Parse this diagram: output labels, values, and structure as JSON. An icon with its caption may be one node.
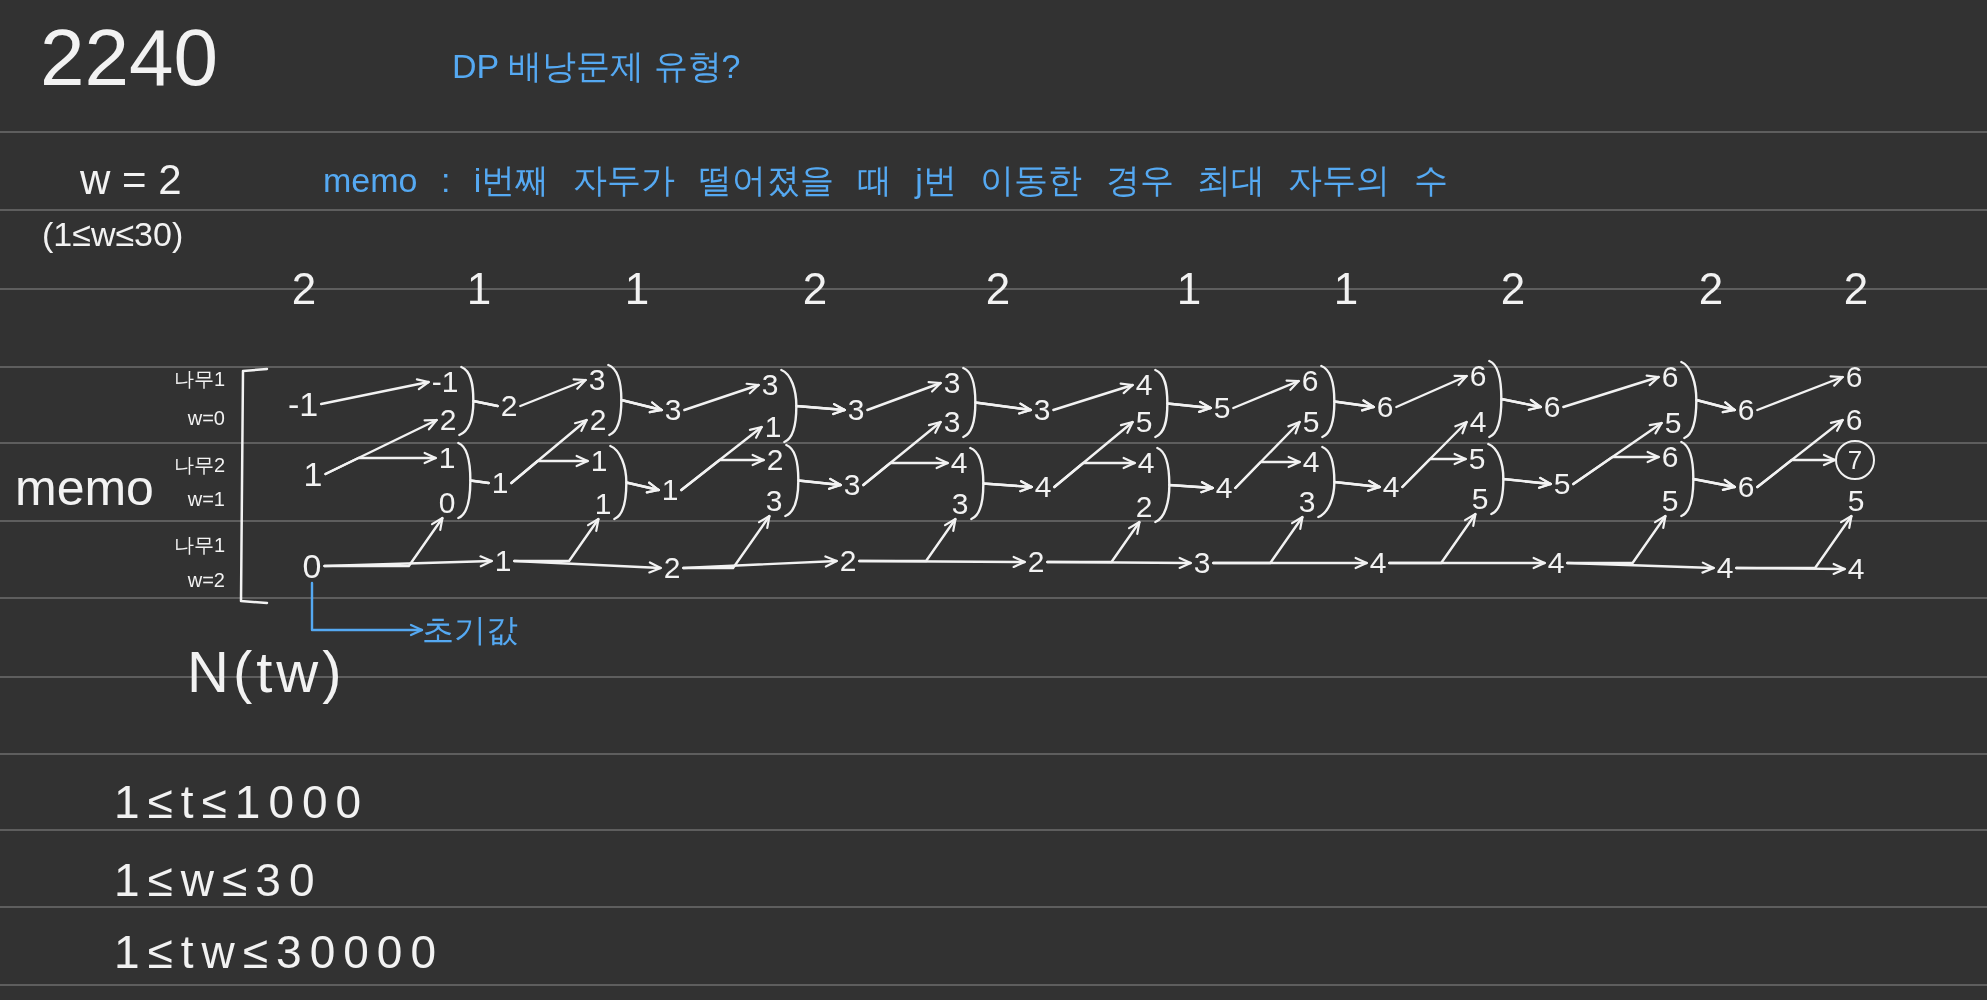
{
  "diagram": {
    "title": "2240",
    "nodes": [
      {
        "text": [
          "-1"
        ]
      },
      {
        "text": [
          "1"
        ]
      },
      {
        "text": [
          "0"
        ]
      },
      {
        "text": [
          "-1"
        ]
      },
      {
        "text": [
          "2"
        ]
      },
      {
        "text": [
          "2"
        ]
      },
      {
        "text": [
          "1"
        ]
      },
      {
        "text": [
          "0"
        ]
      },
      {
        "text": [
          "1"
        ]
      },
      {
        "text": [
          "1"
        ]
      },
      {
        "text": [
          "3"
        ]
      },
      {
        "text": [
          "2"
        ]
      },
      {
        "text": [
          "3"
        ]
      },
      {
        "text": [
          "1"
        ]
      },
      {
        "text": [
          "1"
        ]
      },
      {
        "text": [
          "1"
        ]
      },
      {
        "text": [
          "2"
        ]
      },
      {
        "text": [
          "3"
        ]
      },
      {
        "text": [
          "1"
        ]
      },
      {
        "text": [
          "3"
        ]
      },
      {
        "text": [
          "2"
        ]
      },
      {
        "text": [
          "3"
        ]
      },
      {
        "text": [
          "3"
        ]
      },
      {
        "text": [
          "2"
        ]
      },
      {
        "text": [
          "3"
        ]
      },
      {
        "text": [
          "3"
        ]
      },
      {
        "text": [
          "3"
        ]
      },
      {
        "text": [
          "4"
        ]
      },
      {
        "text": [
          "3"
        ]
      },
      {
        "text": [
          "4"
        ]
      },
      {
        "text": [
          "2"
        ]
      },
      {
        "text": [
          "4"
        ]
      },
      {
        "text": [
          "5"
        ]
      },
      {
        "text": [
          "5"
        ]
      },
      {
        "text": [
          "4"
        ]
      },
      {
        "text": [
          "2"
        ]
      },
      {
        "text": [
          "4"
        ]
      },
      {
        "text": [
          "3"
        ]
      },
      {
        "text": [
          "6"
        ]
      },
      {
        "text": [
          "5"
        ]
      },
      {
        "text": [
          "6"
        ]
      },
      {
        "text": [
          "4"
        ]
      },
      {
        "text": [
          "3"
        ]
      },
      {
        "text": [
          "4"
        ]
      },
      {
        "text": [
          "4"
        ]
      },
      {
        "text": [
          "6"
        ]
      },
      {
        "text": [
          "4"
        ]
      },
      {
        "text": [
          "6"
        ]
      },
      {
        "text": [
          "5"
        ]
      },
      {
        "text": [
          "5"
        ]
      },
      {
        "text": [
          "5"
        ]
      },
      {
        "text": [
          "4"
        ]
      },
      {
        "text": [
          "6"
        ]
      },
      {
        "text": [
          "5"
        ]
      },
      {
        "text": [
          "6"
        ]
      },
      {
        "text": [
          "6"
        ]
      },
      {
        "text": [
          "5"
        ]
      },
      {
        "text": [
          "6"
        ]
      },
      {
        "text": [
          "4"
        ]
      },
      {
        "text": [
          "6"
        ]
      },
      {
        "text": [
          "6"
        ]
      },
      {
        "text": [
          "7"
        ]
      },
      {
        "text": [
          "5"
        ]
      },
      {
        "text": [
          "4"
        ]
      },
      {
        "text": [
          "초기값"
        ]
      }
    ],
    "edges": [
      {
        "from": 0,
        "to": 3,
        "arrow": "to"
      },
      {
        "from": 1,
        "to": 4,
        "arrow": "to"
      },
      {
        "from": 1,
        "to": 6,
        "arrow": "to"
      },
      {
        "from": 2,
        "to": 7,
        "arrow": "to"
      },
      {
        "from": 2,
        "to": 9,
        "arrow": "to"
      },
      {
        "from": 3,
        "to": 5,
        "arrow": "none"
      },
      {
        "from": 4,
        "to": 5,
        "arrow": "none"
      },
      {
        "from": 6,
        "to": 8,
        "arrow": "none"
      },
      {
        "from": 7,
        "to": 8,
        "arrow": "none"
      },
      {
        "from": 5,
        "to": 10,
        "arrow": "to"
      },
      {
        "from": 8,
        "to": 11,
        "arrow": "to"
      },
      {
        "from": 8,
        "to": 13,
        "arrow": "to"
      },
      {
        "from": 9,
        "to": 14,
        "arrow": "to"
      },
      {
        "from": 9,
        "to": 16,
        "arrow": "to"
      },
      {
        "from": 10,
        "to": 12,
        "arrow": "to"
      },
      {
        "from": 11,
        "to": 12,
        "arrow": "to"
      },
      {
        "from": 13,
        "to": 15,
        "arrow": "to"
      },
      {
        "from": 14,
        "to": 15,
        "arrow": "to"
      },
      {
        "from": 12,
        "to": 17,
        "arrow": "to"
      },
      {
        "from": 15,
        "to": 18,
        "arrow": "to"
      },
      {
        "from": 15,
        "to": 20,
        "arrow": "to"
      },
      {
        "from": 16,
        "to": 21,
        "arrow": "to"
      },
      {
        "from": 16,
        "to": 23,
        "arrow": "to"
      },
      {
        "from": 17,
        "to": 19,
        "arrow": "to"
      },
      {
        "from": 18,
        "to": 19,
        "arrow": "to"
      },
      {
        "from": 20,
        "to": 22,
        "arrow": "to"
      },
      {
        "from": 21,
        "to": 22,
        "arrow": "to"
      },
      {
        "from": 19,
        "to": 24,
        "arrow": "to"
      },
      {
        "from": 22,
        "to": 25,
        "arrow": "to"
      },
      {
        "from": 22,
        "to": 27,
        "arrow": "to"
      },
      {
        "from": 23,
        "to": 28,
        "arrow": "to"
      },
      {
        "from": 23,
        "to": 30,
        "arrow": "to"
      },
      {
        "from": 24,
        "to": 26,
        "arrow": "to"
      },
      {
        "from": 25,
        "to": 26,
        "arrow": "to"
      },
      {
        "from": 27,
        "to": 29,
        "arrow": "to"
      },
      {
        "from": 28,
        "to": 29,
        "arrow": "to"
      },
      {
        "from": 26,
        "to": 31,
        "arrow": "to"
      },
      {
        "from": 29,
        "to": 32,
        "arrow": "to"
      },
      {
        "from": 29,
        "to": 34,
        "arrow": "to"
      },
      {
        "from": 30,
        "to": 35,
        "arrow": "to"
      },
      {
        "from": 30,
        "to": 37,
        "arrow": "to"
      },
      {
        "from": 31,
        "to": 33,
        "arrow": "to"
      },
      {
        "from": 32,
        "to": 33,
        "arrow": "to"
      },
      {
        "from": 34,
        "to": 36,
        "arrow": "to"
      },
      {
        "from": 35,
        "to": 36,
        "arrow": "to"
      },
      {
        "from": 33,
        "to": 38,
        "arrow": "to"
      },
      {
        "from": 36,
        "to": 39,
        "arrow": "to"
      },
      {
        "from": 36,
        "to": 41,
        "arrow": "to"
      },
      {
        "from": 37,
        "to": 42,
        "arrow": "to"
      },
      {
        "from": 37,
        "to": 44,
        "arrow": "to"
      },
      {
        "from": 38,
        "to": 40,
        "arrow": "to"
      },
      {
        "from": 39,
        "to": 40,
        "arrow": "to"
      },
      {
        "from": 41,
        "to": 43,
        "arrow": "to"
      },
      {
        "from": 42,
        "to": 43,
        "arrow": "to"
      },
      {
        "from": 40,
        "to": 45,
        "arrow": "to"
      },
      {
        "from": 43,
        "to": 46,
        "arrow": "to"
      },
      {
        "from": 43,
        "to": 48,
        "arrow": "to"
      },
      {
        "from": 44,
        "to": 49,
        "arrow": "to"
      },
      {
        "from": 44,
        "to": 51,
        "arrow": "to"
      },
      {
        "from": 45,
        "to": 47,
        "arrow": "to"
      },
      {
        "from": 46,
        "to": 47,
        "arrow": "to"
      },
      {
        "from": 48,
        "to": 50,
        "arrow": "to"
      },
      {
        "from": 49,
        "to": 50,
        "arrow": "to"
      },
      {
        "from": 47,
        "to": 52,
        "arrow": "to"
      },
      {
        "from": 50,
        "to": 53,
        "arrow": "to"
      },
      {
        "from": 50,
        "to": 55,
        "arrow": "to"
      },
      {
        "from": 51,
        "to": 56,
        "arrow": "to"
      },
      {
        "from": 51,
        "to": 58,
        "arrow": "to"
      },
      {
        "from": 52,
        "to": 54,
        "arrow": "to"
      },
      {
        "from": 53,
        "to": 54,
        "arrow": "to"
      },
      {
        "from": 55,
        "to": 57,
        "arrow": "to"
      },
      {
        "from": 56,
        "to": 57,
        "arrow": "to"
      },
      {
        "from": 54,
        "to": 59,
        "arrow": "to"
      },
      {
        "from": 57,
        "to": 60,
        "arrow": "to"
      },
      {
        "from": 57,
        "to": 61,
        "arrow": "to"
      },
      {
        "from": 58,
        "to": 62,
        "arrow": "to"
      },
      {
        "from": 58,
        "to": 63,
        "arrow": "to"
      },
      {
        "from": 2,
        "to": 64,
        "arrow": "to",
        "color": "#55a9f2"
      }
    ],
    "labels": [
      "DP 배낭문제 유형?",
      "w = 2",
      "memo : i번째 자두가 떨어졌을 때 j번 이동한 경우 최대 자두의 수",
      "(1≤w≤30)",
      "2",
      "1",
      "1",
      "2",
      "2",
      "1",
      "1",
      "2",
      "2",
      "2",
      "나무1",
      "w=0",
      "나무2",
      "memo",
      "w=1",
      "나무1",
      "w=2",
      "N(tw)",
      "1≤t≤1000",
      "1≤w≤30",
      "1≤tw≤30000"
    ]
  }
}
